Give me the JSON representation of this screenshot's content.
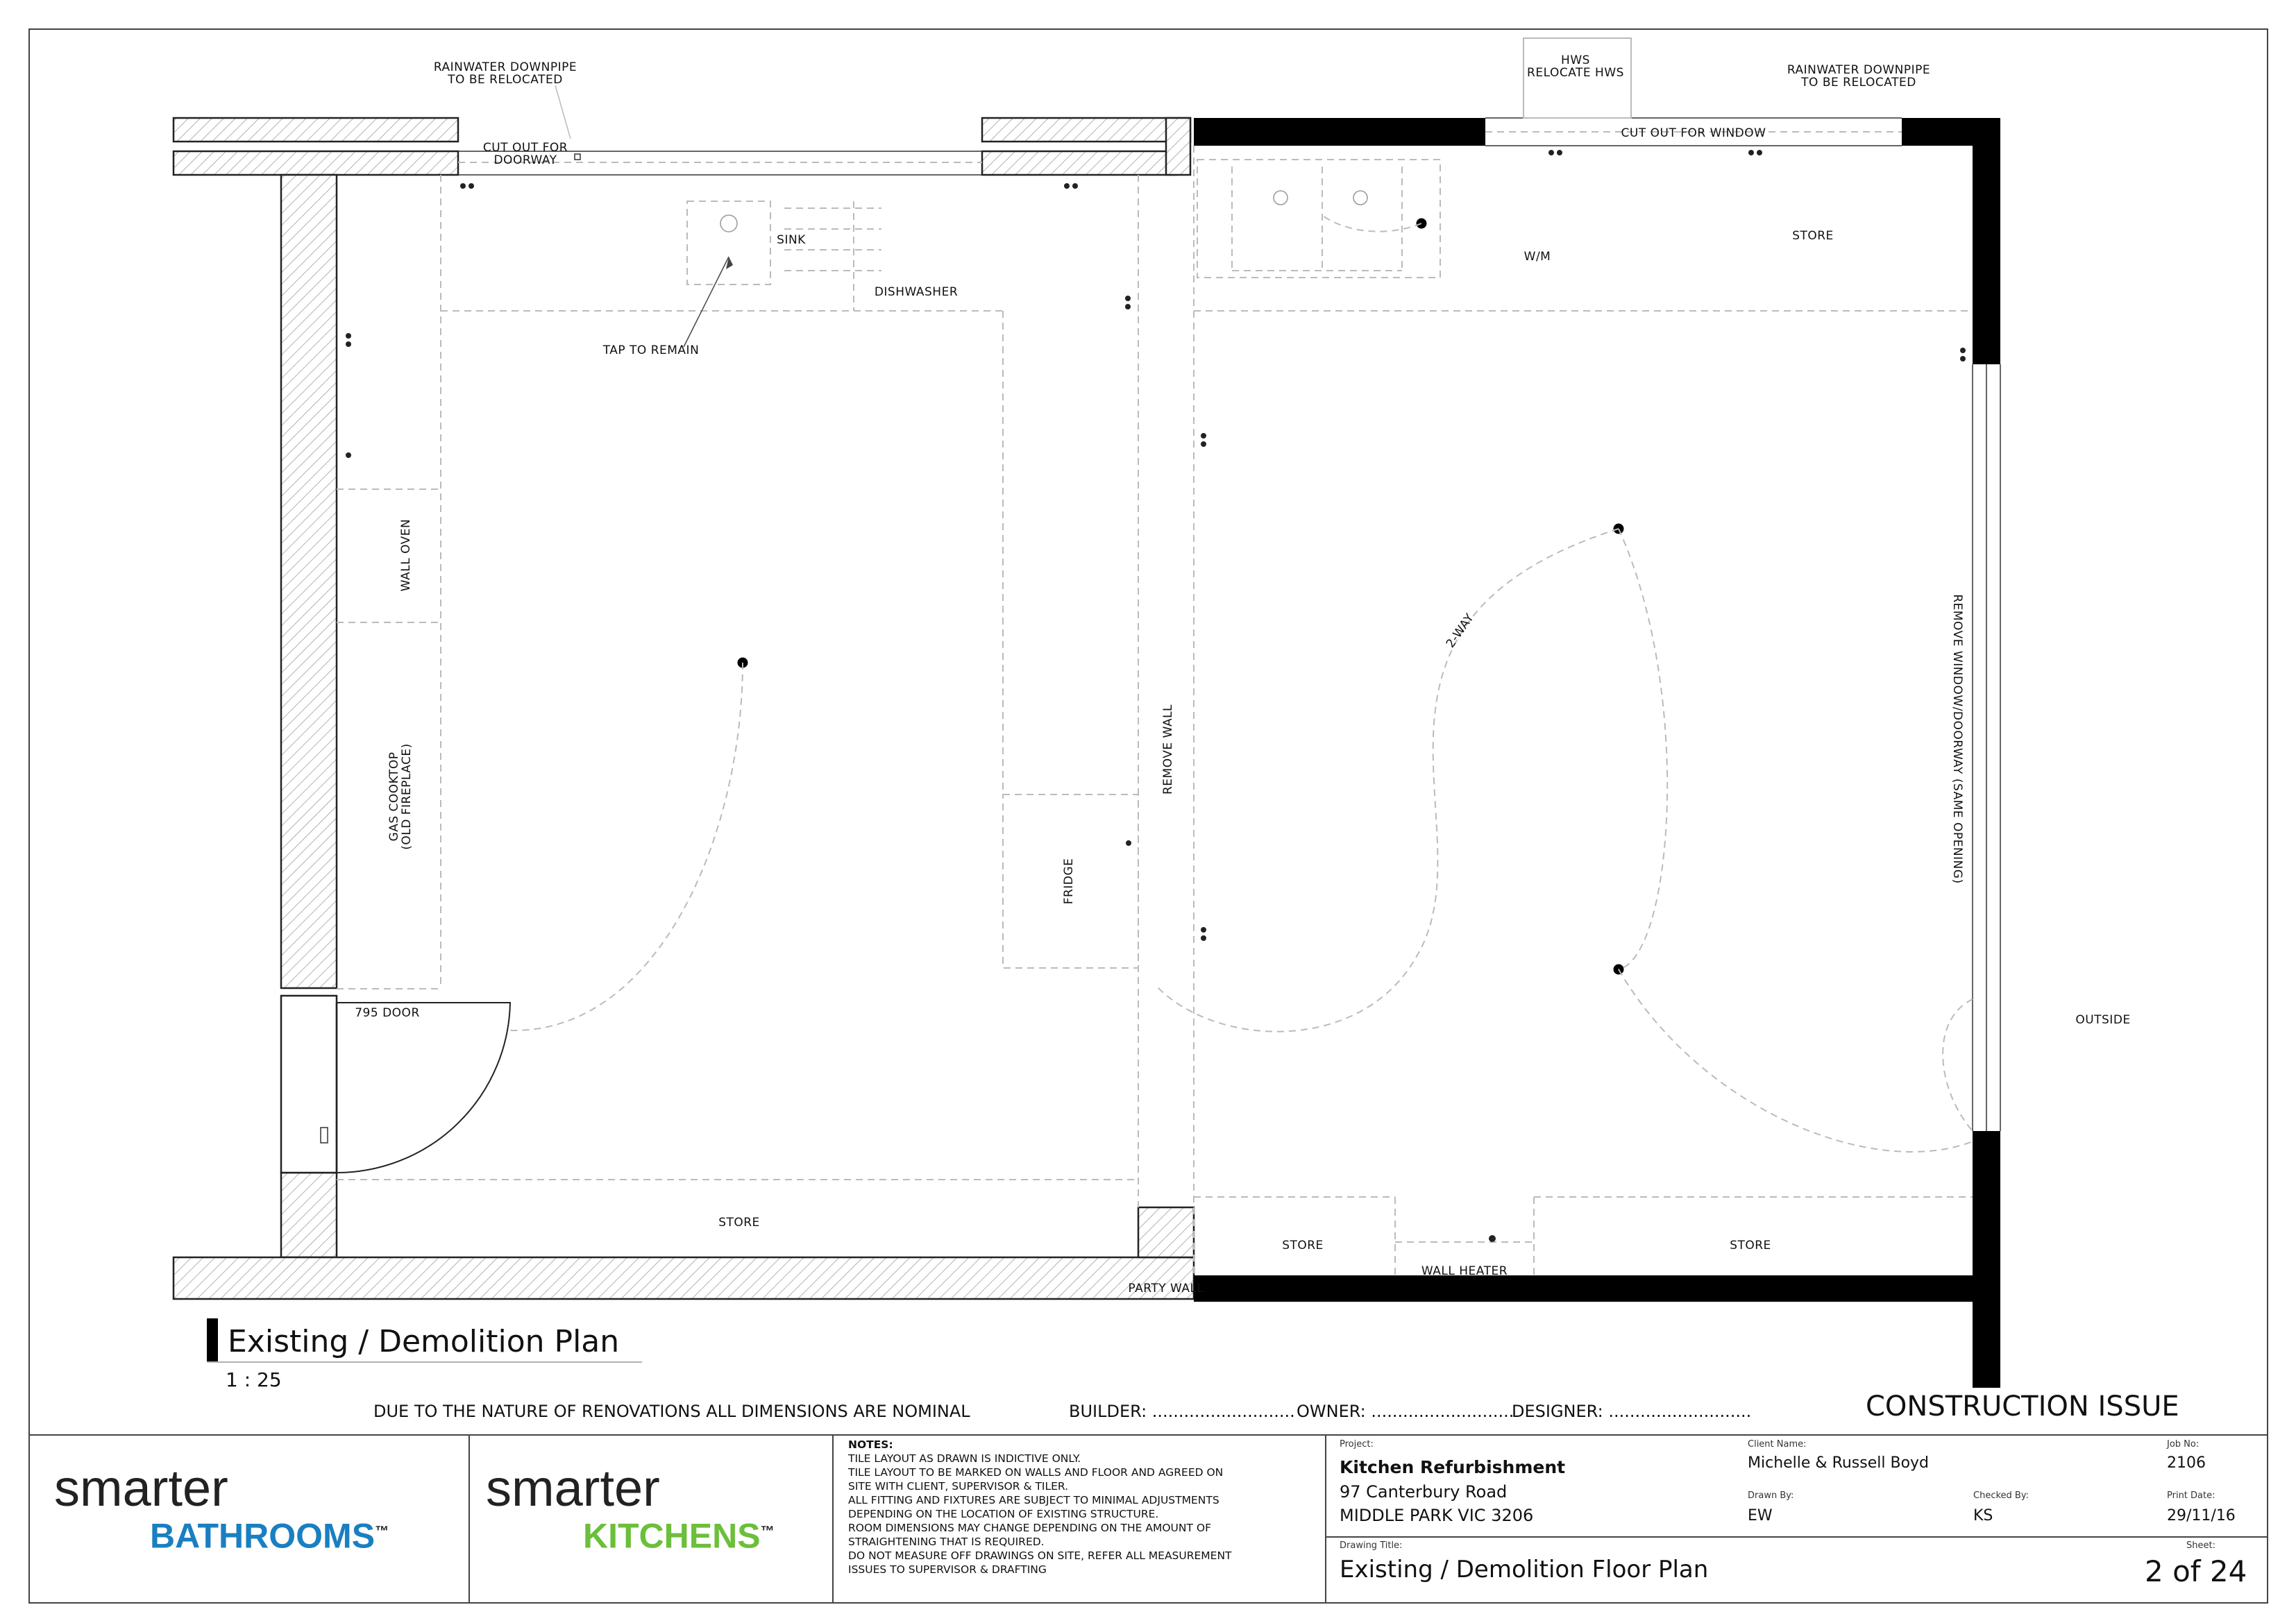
{
  "plan_labels": {
    "rainwater_left": [
      "RAINWATER DOWNPIPE",
      "TO BE RELOCATED"
    ],
    "rainwater_right": [
      "RAINWATER DOWNPIPE",
      "TO BE RELOCATED"
    ],
    "hws": [
      "HWS",
      "RELOCATE HWS"
    ],
    "cut_doorway": [
      "CUT OUT FOR",
      "DOORWAY"
    ],
    "cut_window": "CUT OUT FOR WINDOW",
    "sink": "SINK",
    "dishwasher": "DISHWASHER",
    "tap": "TAP TO REMAIN",
    "wm": "W/M",
    "store_top": "STORE",
    "wall_oven": "WALL OVEN",
    "gas_cooktop": [
      "GAS COOKTOP",
      "(OLD FIREPLACE)"
    ],
    "remove_wall": "REMOVE WALL",
    "fridge": "FRIDGE",
    "two_way": "2-WAY",
    "remove_window": "REMOVE WINDOW/DOORWAY (SAME OPENING)",
    "door_795": "795 DOOR",
    "outside": "OUTSIDE",
    "store_bottom_left": "STORE",
    "store_bottom_mid": "STORE",
    "store_bottom_right": "STORE",
    "wall_heater": "WALL HEATER",
    "party_wall": "PARTY WALL"
  },
  "drawing": {
    "title": "Existing / Demolition Plan",
    "scale": "1 : 25"
  },
  "notice": {
    "nominal": "DUE TO THE NATURE OF RENOVATIONS ALL DIMENSIONS ARE NOMINAL",
    "builder": "BUILDER: ...........................",
    "owner": "OWNER: ...........................",
    "designer": "DESIGNER: ...........................",
    "issue": "CONSTRUCTION ISSUE"
  },
  "logos": {
    "bath_top": "smarter",
    "bath_bottom": "BATHROOMS",
    "kit_top": "smarter",
    "kit_bottom": "KITCHENS",
    "tm": "™",
    "bath_color": "#1a7fc1",
    "kit_color": "#6bbf3a"
  },
  "notes": {
    "heading": "NOTES:",
    "lines": [
      "TILE LAYOUT AS DRAWN IS INDICTIVE ONLY.",
      "TILE LAYOUT TO BE MARKED ON WALLS AND FLOOR AND AGREED ON",
      "SITE WITH CLIENT, SUPERVISOR & TILER.",
      "ALL FITTING AND FIXTURES ARE SUBJECT TO MINIMAL ADJUSTMENTS",
      "DEPENDING ON THE LOCATION OF EXISTING STRUCTURE.",
      "ROOM DIMENSIONS MAY CHANGE DEPENDING ON THE AMOUNT OF",
      "STRAIGHTENING THAT IS REQUIRED.",
      "DO NOT MEASURE OFF DRAWINGS ON SITE, REFER ALL MEASUREMENT",
      "ISSUES TO SUPERVISOR & DRAFTING"
    ]
  },
  "project": {
    "label": "Project:",
    "name": "Kitchen Refurbishment",
    "address1": "97 Canterbury Road",
    "address2": "MIDDLE PARK VIC 3206",
    "client_label": "Client Name:",
    "client": "Michelle & Russell Boyd",
    "job_label": "Job No:",
    "job": "2106",
    "drawn_label": "Drawn By:",
    "drawn": "EW",
    "checked_label": "Checked By:",
    "checked": "KS",
    "print_label": "Print Date:",
    "print": "29/11/16",
    "dtitle_label": "Drawing Title:",
    "dtitle": "Existing / Demolition Floor Plan",
    "sheet_label": "Sheet:",
    "sheet": "2 of 24"
  }
}
